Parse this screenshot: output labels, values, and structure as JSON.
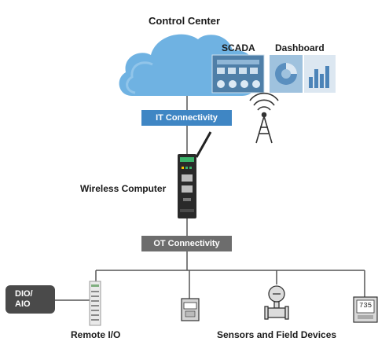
{
  "control_center": {
    "title": "Control Center"
  },
  "scada": {
    "label": "SCADA"
  },
  "dashboard": {
    "label": "Dashboard"
  },
  "it_connectivity": {
    "label": "IT Connectivity"
  },
  "ot_connectivity": {
    "label": "OT Connectivity"
  },
  "wireless_computer": {
    "label": "Wireless Computer"
  },
  "dio_aio": {
    "line1": "DIO/",
    "line2": "AIO"
  },
  "remote_io": {
    "label": "Remote I/O"
  },
  "sensors": {
    "label": "Sensors and Field Devices"
  },
  "meter_display": {
    "value": "735"
  },
  "colors": {
    "cloud": "#6fb2e2",
    "it_bar": "#3f86c4",
    "ot_bar": "#6d6d6d",
    "dio_box": "#4a4a4a",
    "line": "#555555"
  }
}
